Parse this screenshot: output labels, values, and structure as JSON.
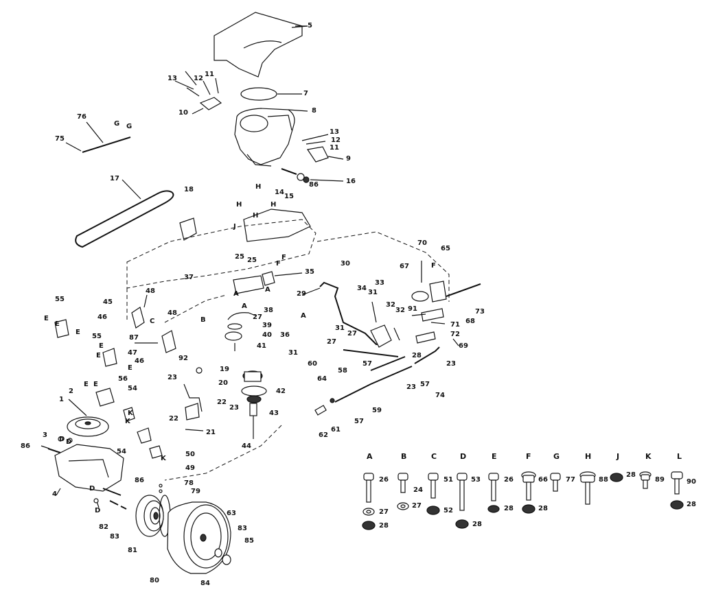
{
  "callouts": [
    {
      "id": "c5",
      "text": "5"
    },
    {
      "id": "c7",
      "text": "7"
    },
    {
      "id": "c8",
      "text": "8"
    },
    {
      "id": "c13a",
      "text": "13"
    },
    {
      "id": "c12a",
      "text": "12"
    },
    {
      "id": "c11a",
      "text": "11"
    },
    {
      "id": "c10",
      "text": "10"
    },
    {
      "id": "c76",
      "text": "76"
    },
    {
      "id": "cGa",
      "text": "G"
    },
    {
      "id": "cGb",
      "text": "G"
    },
    {
      "id": "c75",
      "text": "75"
    },
    {
      "id": "c13b",
      "text": "13"
    },
    {
      "id": "c12b",
      "text": "12"
    },
    {
      "id": "c11b",
      "text": "11"
    },
    {
      "id": "c9",
      "text": "9"
    },
    {
      "id": "c14",
      "text": "14"
    },
    {
      "id": "c15",
      "text": "15"
    },
    {
      "id": "c16",
      "text": "16"
    },
    {
      "id": "c86top",
      "text": "86"
    },
    {
      "id": "c17",
      "text": "17"
    },
    {
      "id": "c18",
      "text": "18"
    },
    {
      "id": "cH1",
      "text": "H"
    },
    {
      "id": "cH2",
      "text": "H"
    },
    {
      "id": "cH3",
      "text": "H"
    },
    {
      "id": "cH4",
      "text": "H"
    },
    {
      "id": "cJ1",
      "text": "J"
    },
    {
      "id": "cF1",
      "text": "F"
    },
    {
      "id": "cF2",
      "text": "F"
    },
    {
      "id": "c25a",
      "text": "25"
    },
    {
      "id": "c25b",
      "text": "25"
    },
    {
      "id": "c35",
      "text": "35"
    },
    {
      "id": "cA1",
      "text": "A"
    },
    {
      "id": "cA2",
      "text": "A"
    },
    {
      "id": "c37",
      "text": "37"
    },
    {
      "id": "cB1",
      "text": "B"
    },
    {
      "id": "c38",
      "text": "38"
    },
    {
      "id": "cA3",
      "text": "A"
    },
    {
      "id": "c27a",
      "text": "27"
    },
    {
      "id": "c39",
      "text": "39"
    },
    {
      "id": "c40",
      "text": "40"
    },
    {
      "id": "c41",
      "text": "41"
    },
    {
      "id": "c36",
      "text": "36"
    },
    {
      "id": "cA4",
      "text": "A"
    },
    {
      "id": "c30",
      "text": "30"
    },
    {
      "id": "c29",
      "text": "29"
    },
    {
      "id": "c34",
      "text": "34"
    },
    {
      "id": "c31a",
      "text": "31"
    },
    {
      "id": "c33",
      "text": "33"
    },
    {
      "id": "c32a",
      "text": "32"
    },
    {
      "id": "c32b",
      "text": "32"
    },
    {
      "id": "c31b",
      "text": "31"
    },
    {
      "id": "c27b",
      "text": "27"
    },
    {
      "id": "c27c",
      "text": "27"
    },
    {
      "id": "c31c",
      "text": "31"
    },
    {
      "id": "c60",
      "text": "60"
    },
    {
      "id": "c58",
      "text": "58"
    },
    {
      "id": "c57a",
      "text": "57"
    },
    {
      "id": "c28a",
      "text": "28"
    },
    {
      "id": "c70",
      "text": "70"
    },
    {
      "id": "c65",
      "text": "65"
    },
    {
      "id": "c67",
      "text": "67"
    },
    {
      "id": "cF3",
      "text": "F"
    },
    {
      "id": "c73",
      "text": "73"
    },
    {
      "id": "c91",
      "text": "91"
    },
    {
      "id": "c68",
      "text": "68"
    },
    {
      "id": "c71",
      "text": "71"
    },
    {
      "id": "c72",
      "text": "72"
    },
    {
      "id": "c69",
      "text": "69"
    },
    {
      "id": "c23a",
      "text": "23"
    },
    {
      "id": "c57b",
      "text": "57"
    },
    {
      "id": "c23b",
      "text": "23"
    },
    {
      "id": "c74",
      "text": "74"
    },
    {
      "id": "c55a",
      "text": "55"
    },
    {
      "id": "cE1",
      "text": "E"
    },
    {
      "id": "cE2",
      "text": "E"
    },
    {
      "id": "cE3",
      "text": "E"
    },
    {
      "id": "c45",
      "text": "45"
    },
    {
      "id": "c48a",
      "text": "48"
    },
    {
      "id": "c48b",
      "text": "48"
    },
    {
      "id": "cC1",
      "text": "C"
    },
    {
      "id": "c46a",
      "text": "46"
    },
    {
      "id": "c55b",
      "text": "55"
    },
    {
      "id": "cE4",
      "text": "E"
    },
    {
      "id": "cE5",
      "text": "E"
    },
    {
      "id": "cE6",
      "text": "E"
    },
    {
      "id": "c87",
      "text": "87"
    },
    {
      "id": "c47",
      "text": "47"
    },
    {
      "id": "c46b",
      "text": "46"
    },
    {
      "id": "c92",
      "text": "92"
    },
    {
      "id": "c19",
      "text": "19"
    },
    {
      "id": "c20",
      "text": "20"
    },
    {
      "id": "c23c",
      "text": "23"
    },
    {
      "id": "c22a",
      "text": "22"
    },
    {
      "id": "c22b",
      "text": "22"
    },
    {
      "id": "c23d",
      "text": "23"
    },
    {
      "id": "c21",
      "text": "21"
    },
    {
      "id": "c42",
      "text": "42"
    },
    {
      "id": "c43",
      "text": "43"
    },
    {
      "id": "c44",
      "text": "44"
    },
    {
      "id": "c64",
      "text": "64"
    },
    {
      "id": "c59",
      "text": "59"
    },
    {
      "id": "c57c",
      "text": "57"
    },
    {
      "id": "c61",
      "text": "61"
    },
    {
      "id": "c62",
      "text": "62"
    },
    {
      "id": "c56",
      "text": "56"
    },
    {
      "id": "cE7",
      "text": "E"
    },
    {
      "id": "cE8",
      "text": "E"
    },
    {
      "id": "c54a",
      "text": "54"
    },
    {
      "id": "cK1",
      "text": "K"
    },
    {
      "id": "cK2",
      "text": "K"
    },
    {
      "id": "c1",
      "text": "1"
    },
    {
      "id": "c2",
      "text": "2"
    },
    {
      "id": "c3",
      "text": "3"
    },
    {
      "id": "c86a",
      "text": "86"
    },
    {
      "id": "cD1",
      "text": "D"
    },
    {
      "id": "cD2",
      "text": "D"
    },
    {
      "id": "c54b",
      "text": "54"
    },
    {
      "id": "c50",
      "text": "50"
    },
    {
      "id": "cK3",
      "text": "K"
    },
    {
      "id": "c49",
      "text": "49"
    },
    {
      "id": "c4",
      "text": "4"
    },
    {
      "id": "c86b",
      "text": "86"
    },
    {
      "id": "cD3",
      "text": "D"
    },
    {
      "id": "cD4",
      "text": "D"
    },
    {
      "id": "c78",
      "text": "78"
    },
    {
      "id": "c79",
      "text": "79"
    },
    {
      "id": "c82",
      "text": "82"
    },
    {
      "id": "c83a",
      "text": "83"
    },
    {
      "id": "c81",
      "text": "81"
    },
    {
      "id": "c63",
      "text": "63"
    },
    {
      "id": "c83b",
      "text": "83"
    },
    {
      "id": "c85",
      "text": "85"
    },
    {
      "id": "c80",
      "text": "80"
    },
    {
      "id": "c84",
      "text": "84"
    }
  ],
  "hardware_key": {
    "columns": [
      {
        "letter": "A",
        "parts": [
          "26",
          "27",
          "28"
        ]
      },
      {
        "letter": "B",
        "parts": [
          "24",
          "27"
        ]
      },
      {
        "letter": "C",
        "parts": [
          "51",
          "52"
        ]
      },
      {
        "letter": "D",
        "parts": [
          "53",
          "28"
        ]
      },
      {
        "letter": "E",
        "parts": [
          "26",
          "28"
        ]
      },
      {
        "letter": "F",
        "parts": [
          "66",
          "28"
        ]
      },
      {
        "letter": "G",
        "parts": [
          "77"
        ]
      },
      {
        "letter": "H",
        "parts": [
          "88"
        ]
      },
      {
        "letter": "J",
        "parts": [
          "28"
        ]
      },
      {
        "letter": "K",
        "parts": [
          "89"
        ]
      },
      {
        "letter": "L",
        "parts": [
          "90",
          "28"
        ]
      }
    ]
  }
}
